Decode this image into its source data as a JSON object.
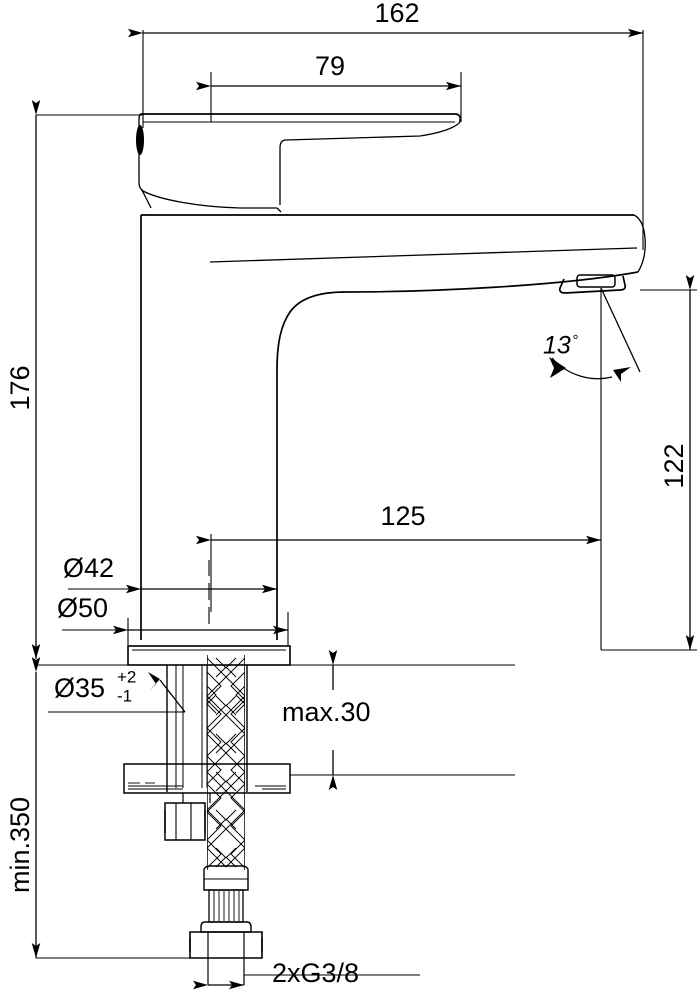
{
  "drawing": {
    "title": "Basin mixer tap dimensional drawing",
    "units": "mm",
    "line_color": "#000000",
    "background_color": "#ffffff",
    "dimensions": {
      "overall_width": "162",
      "handle_width": "79",
      "overall_height": "176",
      "spout_height": "122",
      "spout_reach": "125",
      "body_diameter": "Ø42",
      "base_diameter": "Ø50",
      "hole_diameter_value": "Ø35",
      "hole_tolerance_upper": "+2",
      "hole_tolerance_lower": "-1",
      "spout_angle": "13",
      "spout_angle_unit": "°",
      "counter_thickness": "max.30",
      "hose_length": "min.350",
      "thread_connection": "2xG3/8"
    }
  }
}
